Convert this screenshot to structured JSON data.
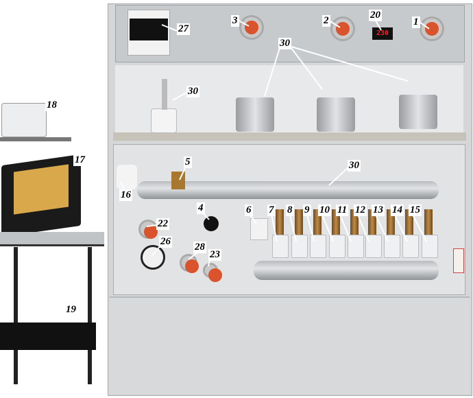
{
  "display": {
    "reading": "230",
    "color": "#ff2020"
  },
  "labels": {
    "l1": "1",
    "l2": "2",
    "l3": "3",
    "l4": "4",
    "l5": "5",
    "l6": "6",
    "l7": "7",
    "l8": "8",
    "l9": "9",
    "l10": "10",
    "l11": "11",
    "l12": "12",
    "l13": "13",
    "l14": "14",
    "l15": "15",
    "l16": "16",
    "l17": "17",
    "l18": "18",
    "l19": "19",
    "l20": "20",
    "l22": "22",
    "l23": "23",
    "l26": "26",
    "l27": "27",
    "l28": "28",
    "l30a": "30",
    "l30b": "30",
    "l30c": "30"
  }
}
